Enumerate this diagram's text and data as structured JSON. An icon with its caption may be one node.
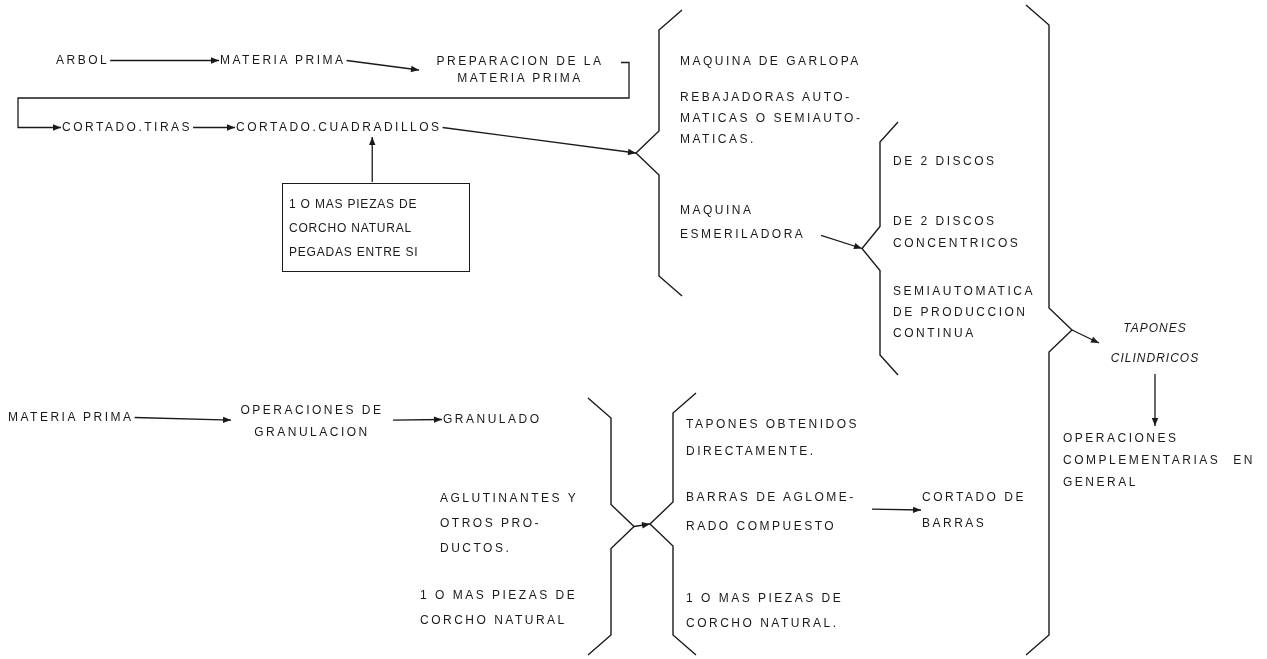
{
  "diagram": {
    "nodes": [
      {
        "text": [
          "ARBOL"
        ]
      },
      {
        "text": [
          "MATERIA PRIMA"
        ]
      },
      {
        "text": [
          "PREPARACION DE LA MATERIA PRIMA"
        ]
      },
      {
        "text": [
          "CORTADO.TIRAS"
        ]
      },
      {
        "text": [
          "CORTADO.CUADRADILLOS"
        ]
      },
      {
        "text": [
          "1 O MAS PIEZAS DE CORCHO NATURAL PEGADAS ENTRE SI"
        ]
      },
      {
        "text": [],
        "shape": "brace"
      },
      {
        "text": [
          "MAQUINA DE GARLOPA"
        ]
      },
      {
        "text": [
          "REBAJADORAS AUTO- MATICAS O SEMIAUTO- MATICAS."
        ]
      },
      {
        "text": [
          "MAQUINA ESMERILADORA"
        ]
      },
      {
        "text": [],
        "shape": "brace"
      },
      {
        "text": [
          "DE 2 DISCOS"
        ]
      },
      {
        "text": [
          "DE 2 DISCOS CONCENTRICOS"
        ]
      },
      {
        "text": [
          "SEMIAUTOMATICA DE PRODUCCION CONTINUA"
        ]
      },
      {
        "text": [],
        "shape": "brace"
      },
      {
        "text": [
          "TAPONES CILINDRICOS"
        ]
      },
      {
        "text": [
          "OPERACIONES COMPLEMENTARIAS EN GENERAL"
        ]
      },
      {
        "text": [
          "MATERIA PRIMA"
        ]
      },
      {
        "text": [
          "OPERACIONES DE GRANULACION"
        ]
      },
      {
        "text": [
          "GRANULADO"
        ]
      },
      {
        "text": [
          "AGLUTINANTES Y OTROS PRO- DUCTOS."
        ]
      },
      {
        "text": [
          "1 O MAS PIEZAS DE CORCHO NATURAL"
        ]
      },
      {
        "text": [],
        "shape": "brace"
      },
      {
        "text": [],
        "shape": "brace"
      },
      {
        "text": [
          "TAPONES OBTENIDOS DIRECTAMENTE."
        ]
      },
      {
        "text": [
          "BARRAS DE AGLOME- RADO COMPUESTO"
        ]
      },
      {
        "text": [
          "1 O MAS PIEZAS DE CORCHO NATURAL."
        ]
      },
      {
        "text": [
          "CORTADO DE BARRAS"
        ]
      }
    ],
    "edges": [
      {
        "from": 0,
        "to": 1,
        "arrow": "to"
      },
      {
        "from": 1,
        "to": 2,
        "arrow": "to"
      },
      {
        "from": 2,
        "to": 3,
        "arrow": "to"
      },
      {
        "from": 3,
        "to": 4,
        "arrow": "to"
      },
      {
        "from": 5,
        "to": 4,
        "arrow": "to"
      },
      {
        "from": 4,
        "to": 6,
        "arrow": "to"
      },
      {
        "from": 9,
        "to": 10,
        "arrow": "to"
      },
      {
        "from": 14,
        "to": 15,
        "arrow": "to"
      },
      {
        "from": 15,
        "to": 16,
        "arrow": "to"
      },
      {
        "from": 17,
        "to": 18,
        "arrow": "to"
      },
      {
        "from": 18,
        "to": 19,
        "arrow": "to"
      },
      {
        "from": 22,
        "to": 23,
        "arrow": "to"
      },
      {
        "from": 25,
        "to": 27,
        "arrow": "to"
      }
    ]
  }
}
